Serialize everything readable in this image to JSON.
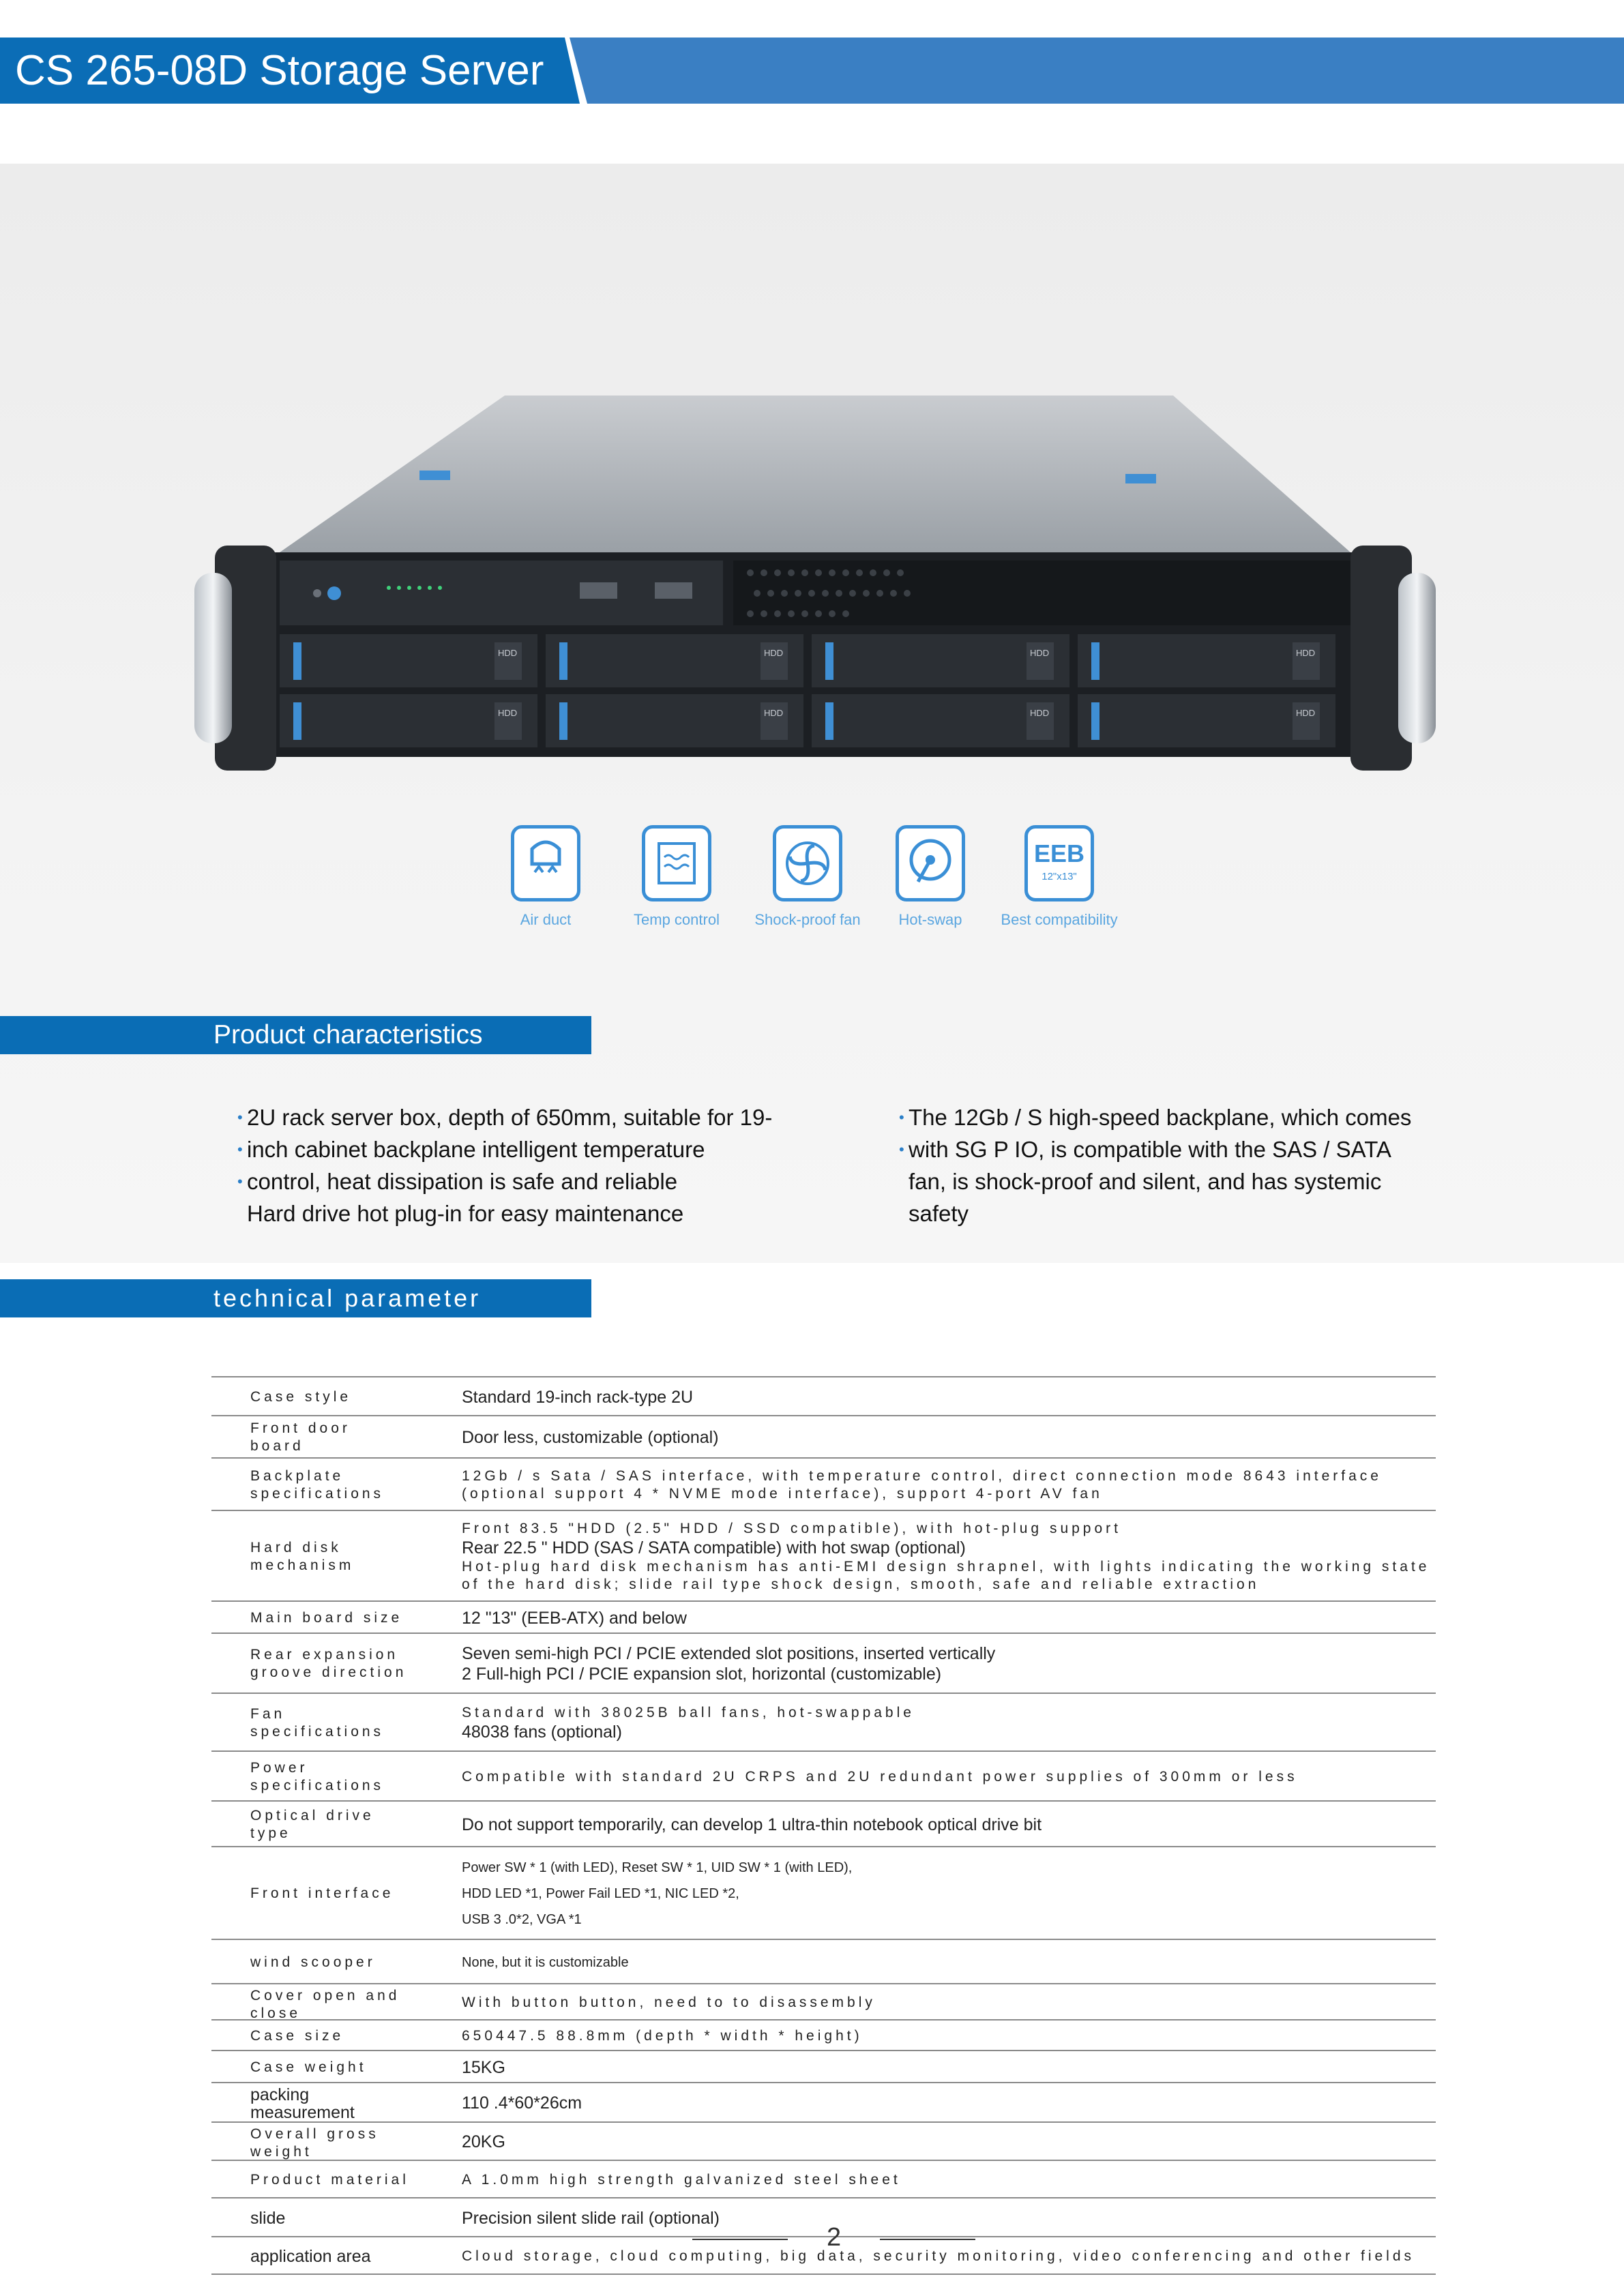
{
  "header": {
    "title": "CS 265-08D Storage Server"
  },
  "features": [
    {
      "icon": "air-duct-icon",
      "label": "Air duct"
    },
    {
      "icon": "temp-control-icon",
      "label": "Temp control"
    },
    {
      "icon": "fan-icon",
      "label": "Shock-proof fan"
    },
    {
      "icon": "hot-swap-icon",
      "label": "Hot-swap"
    },
    {
      "icon": "eeb-icon",
      "label": "Best compatibility",
      "badge_top": "EEB",
      "badge_bottom": "12\"x13\""
    }
  ],
  "server": {
    "bays": [
      "HDD",
      "HDD",
      "HDD",
      "HDD",
      "HDD",
      "HDD",
      "HDD",
      "HDD"
    ]
  },
  "characteristics": {
    "title": "Product characteristics",
    "left": [
      "2U rack server box, depth of 650mm, suitable for 19-",
      "inch cabinet backplane intelligent temperature",
      "control, heat dissipation is safe and reliable",
      "Hard drive hot plug-in for easy maintenance"
    ],
    "right": [
      "The 12Gb / S high-speed backplane, which comes",
      "with SG P IO, is compatible with the SAS / SATA",
      "fan, is shock-proof and silent, and has systemic",
      "safety"
    ]
  },
  "technical": {
    "title": "technical parameter",
    "rows": [
      {
        "key": [
          "Case style"
        ],
        "vals": [
          {
            "t": "Standard 19-inch rack-type 2U",
            "s": "nm"
          }
        ]
      },
      {
        "key": [
          "Front door",
          "board"
        ],
        "vals": [
          {
            "t": "Door less, customizable (optional)",
            "s": "nm"
          }
        ]
      },
      {
        "key": [
          "Backplate",
          "specifications"
        ],
        "vals": [
          {
            "t": "12Gb / s Sata / SAS interface, with temperature control, direct connection mode 8643 interface",
            "s": "sp"
          },
          {
            "t": "(optional support 4 * NVME mode interface), support 4-port AV fan",
            "s": "sp"
          }
        ]
      },
      {
        "key": [
          "Hard disk",
          "mechanism"
        ],
        "vals": [
          {
            "t": "Front 83.5 \"HDD (2.5\" HDD / SSD compatible), with hot-plug support",
            "s": "sp"
          },
          {
            "t": "Rear 22.5 \" HDD (SAS / SATA compatible) with hot swap (optional)",
            "s": "nm"
          },
          {
            "t": "Hot-plug hard disk mechanism has anti-EMI design shrapnel, with lights indicating the working state",
            "s": "sp"
          },
          {
            "t": "of the hard disk; slide rail type shock design, smooth, safe and reliable extraction",
            "s": "sp"
          }
        ]
      },
      {
        "key": [
          "Main board size"
        ],
        "vals": [
          {
            "t": "12 \"13\" (EEB-ATX) and below",
            "s": "nm"
          }
        ]
      },
      {
        "key": [
          "Rear expansion",
          "groove direction"
        ],
        "vals": [
          {
            "t": "Seven semi-high PCI / PCIE extended slot positions, inserted vertically",
            "s": "nm"
          },
          {
            "t": "2 Full-high PCI / PCIE expansion slot, horizontal (customizable)",
            "s": "nm"
          }
        ]
      },
      {
        "key": [
          "Fan",
          "specifications"
        ],
        "vals": [
          {
            "t": "Standard with 38025B ball fans, hot-swappable",
            "s": "sp"
          },
          {
            "t": "48038 fans (optional)",
            "s": "nm"
          }
        ]
      },
      {
        "key": [
          "Power",
          "specifications"
        ],
        "vals": [
          {
            "t": "Compatible with standard 2U CRPS and 2U redundant power supplies of 300mm or less",
            "s": "sp"
          }
        ]
      },
      {
        "key": [
          "Optical drive",
          "type"
        ],
        "vals": [
          {
            "t": "Do not support temporarily, can develop 1 ultra-thin notebook optical drive bit",
            "s": "nm"
          }
        ]
      },
      {
        "key": [
          "Front interface"
        ],
        "vals": [
          {
            "t": "Power SW * 1 (with LED), Reset SW * 1, UID SW * 1 (with LED),",
            "s": "sm"
          },
          {
            "t": "HDD  LED *1,     Power  Fail  LED *1, NIC  LED *2,",
            "s": "sm"
          },
          {
            "t": "USB  3 .0*2, VGA *1",
            "s": "sm"
          }
        ]
      },
      {
        "key": [
          "wind scooper"
        ],
        "vals": [
          {
            "t": "None, but it is customizable",
            "s": "sm"
          }
        ]
      },
      {
        "key": [
          "Cover open and",
          "close"
        ],
        "vals": [
          {
            "t": "With button button, need to to disassembly",
            "s": "sp"
          }
        ]
      },
      {
        "key": [
          "Case size"
        ],
        "vals": [
          {
            "t": "650447.5 88.8mm (depth * width * height)",
            "s": "sp"
          }
        ]
      },
      {
        "key": [
          "Case weight"
        ],
        "vals": [
          {
            "t": "15KG",
            "s": "nm"
          }
        ]
      },
      {
        "key": [
          "packing",
          "measurement"
        ],
        "plain": true,
        "vals": [
          {
            "t": "110 .4*60*26cm",
            "s": "nm"
          }
        ]
      },
      {
        "key": [
          "Overall gross",
          "weight"
        ],
        "vals": [
          {
            "t": "20KG",
            "s": "nm"
          }
        ]
      },
      {
        "key": [
          "Product material"
        ],
        "vals": [
          {
            "t": "A 1.0mm high strength galvanized steel sheet",
            "s": "sp"
          }
        ]
      },
      {
        "key": [
          "slide"
        ],
        "plain": true,
        "vals": [
          {
            "t": "Precision silent slide rail (optional)",
            "s": "nm"
          }
        ]
      },
      {
        "key": [
          "application area"
        ],
        "plain": true,
        "vals": [
          {
            "t": "Cloud storage, cloud computing, big data, security monitoring, video conferencing and other fields",
            "s": "sp"
          }
        ]
      }
    ]
  },
  "page": {
    "number": "2"
  }
}
